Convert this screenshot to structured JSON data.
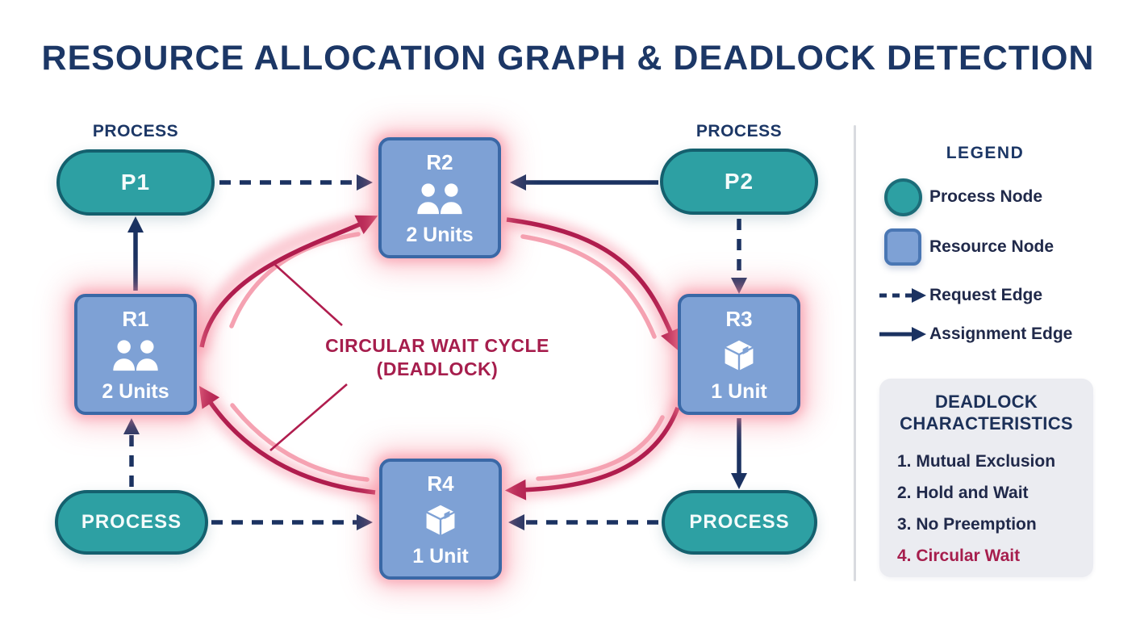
{
  "title": "RESOURCE ALLOCATION GRAPH & DEADLOCK DETECTION",
  "appearance": {
    "navy": "#1b3261",
    "teal_fill": "#2da0a3",
    "teal_border": "#14606e",
    "blue_fill": "#7ea1d5",
    "blue_border": "#3a68a6",
    "crimson": "#b01d4e",
    "pink_arc": "#f5a2b2",
    "panel_gray": "#ebecf1"
  },
  "diagram": {
    "captions": {
      "top_left": "PROCESS",
      "top_right": "PROCESS"
    },
    "nodes": {
      "p1": {
        "label": "P1"
      },
      "p2": {
        "label": "P2"
      },
      "process_bottom_left": {
        "label": "PROCESS"
      },
      "process_bottom_right": {
        "label": "PROCESS"
      },
      "r1": {
        "name": "R1",
        "units": "2 Units",
        "icon": "users-icon"
      },
      "r2": {
        "name": "R2",
        "units": "2 Units",
        "icon": "users-icon"
      },
      "r3": {
        "name": "R3",
        "units": "1 Unit",
        "icon": "package-icon"
      },
      "r4": {
        "name": "R4",
        "units": "1 Unit",
        "icon": "package-icon"
      }
    },
    "cycle_label": {
      "line1": "CIRCULAR WAIT CYCLE",
      "line2": "(DEADLOCK)"
    },
    "graph": {
      "request_edges": [
        {
          "from": "P1",
          "to": "R2"
        },
        {
          "from": "P2",
          "to": "R3"
        },
        {
          "from": "PROCESS (bottom-left)",
          "to": "R1"
        },
        {
          "from": "PROCESS (bottom-left)",
          "to": "R4"
        },
        {
          "from": "PROCESS (bottom-right)",
          "to": "R4"
        }
      ],
      "assignment_edges": [
        {
          "from": "R1",
          "to": "P1"
        },
        {
          "from": "P2",
          "to": "R2"
        },
        {
          "from": "R3",
          "to": "PROCESS (bottom-right)"
        }
      ],
      "deadlock_cycle": [
        "R1",
        "R2",
        "R3",
        "R4"
      ]
    }
  },
  "legend": {
    "title": "LEGEND",
    "items": [
      {
        "swatch": "process-node-circle",
        "label": "Process Node"
      },
      {
        "swatch": "resource-node-square",
        "label": "Resource Node"
      },
      {
        "swatch": "dashed-arrow",
        "label": "Request Edge"
      },
      {
        "swatch": "solid-arrow",
        "label": "Assignment Edge"
      }
    ]
  },
  "characteristics": {
    "title_line1": "DEADLOCK",
    "title_line2": "CHARACTERISTICS",
    "items": [
      {
        "label": "1. Mutual Exclusion",
        "highlight": false
      },
      {
        "label": "2. Hold and Wait",
        "highlight": false
      },
      {
        "label": "3. No Preemption",
        "highlight": false
      },
      {
        "label": "4. Circular Wait",
        "highlight": true
      }
    ]
  }
}
